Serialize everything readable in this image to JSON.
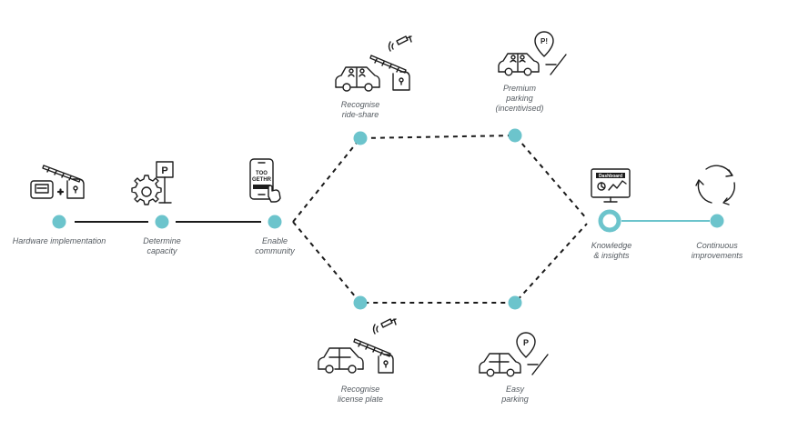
{
  "colors": {
    "node": "#6cc4cc",
    "line": "#1a1a1a",
    "label": "#555b61",
    "accent_line": "#6cc4cc"
  },
  "nodes": {
    "hardware": {
      "label": "Hardware implementation",
      "icon": "barrier-computer-icon"
    },
    "capacity": {
      "label": "Determine\ncapacity",
      "icon": "gear-parking-sign-icon"
    },
    "community": {
      "label": "Enable\ncommunity",
      "icon": "phone-tap-icon",
      "screen_text_1": "TOO",
      "screen_text_2": "GETHR"
    },
    "rideshare": {
      "label": "Recognise\nride-share",
      "icon": "car-passengers-barrier-camera-icon"
    },
    "premium": {
      "label": "Premium\nparking\n(incentivised)",
      "icon": "car-passengers-premium-parking-icon",
      "pin_text": "P!"
    },
    "license": {
      "label": "Recognise\nlicense plate",
      "icon": "car-barrier-camera-icon"
    },
    "easy": {
      "label": "Easy\nparking",
      "icon": "car-parking-pin-icon",
      "pin_text": "P"
    },
    "insights": {
      "label": "Knowledge\n& insights",
      "icon": "dashboard-monitor-icon",
      "screen_title": "Dashboard"
    },
    "improvements": {
      "label": "Continuous\nimprovements",
      "icon": "cycle-arrows-icon"
    }
  },
  "sign_text": "P"
}
